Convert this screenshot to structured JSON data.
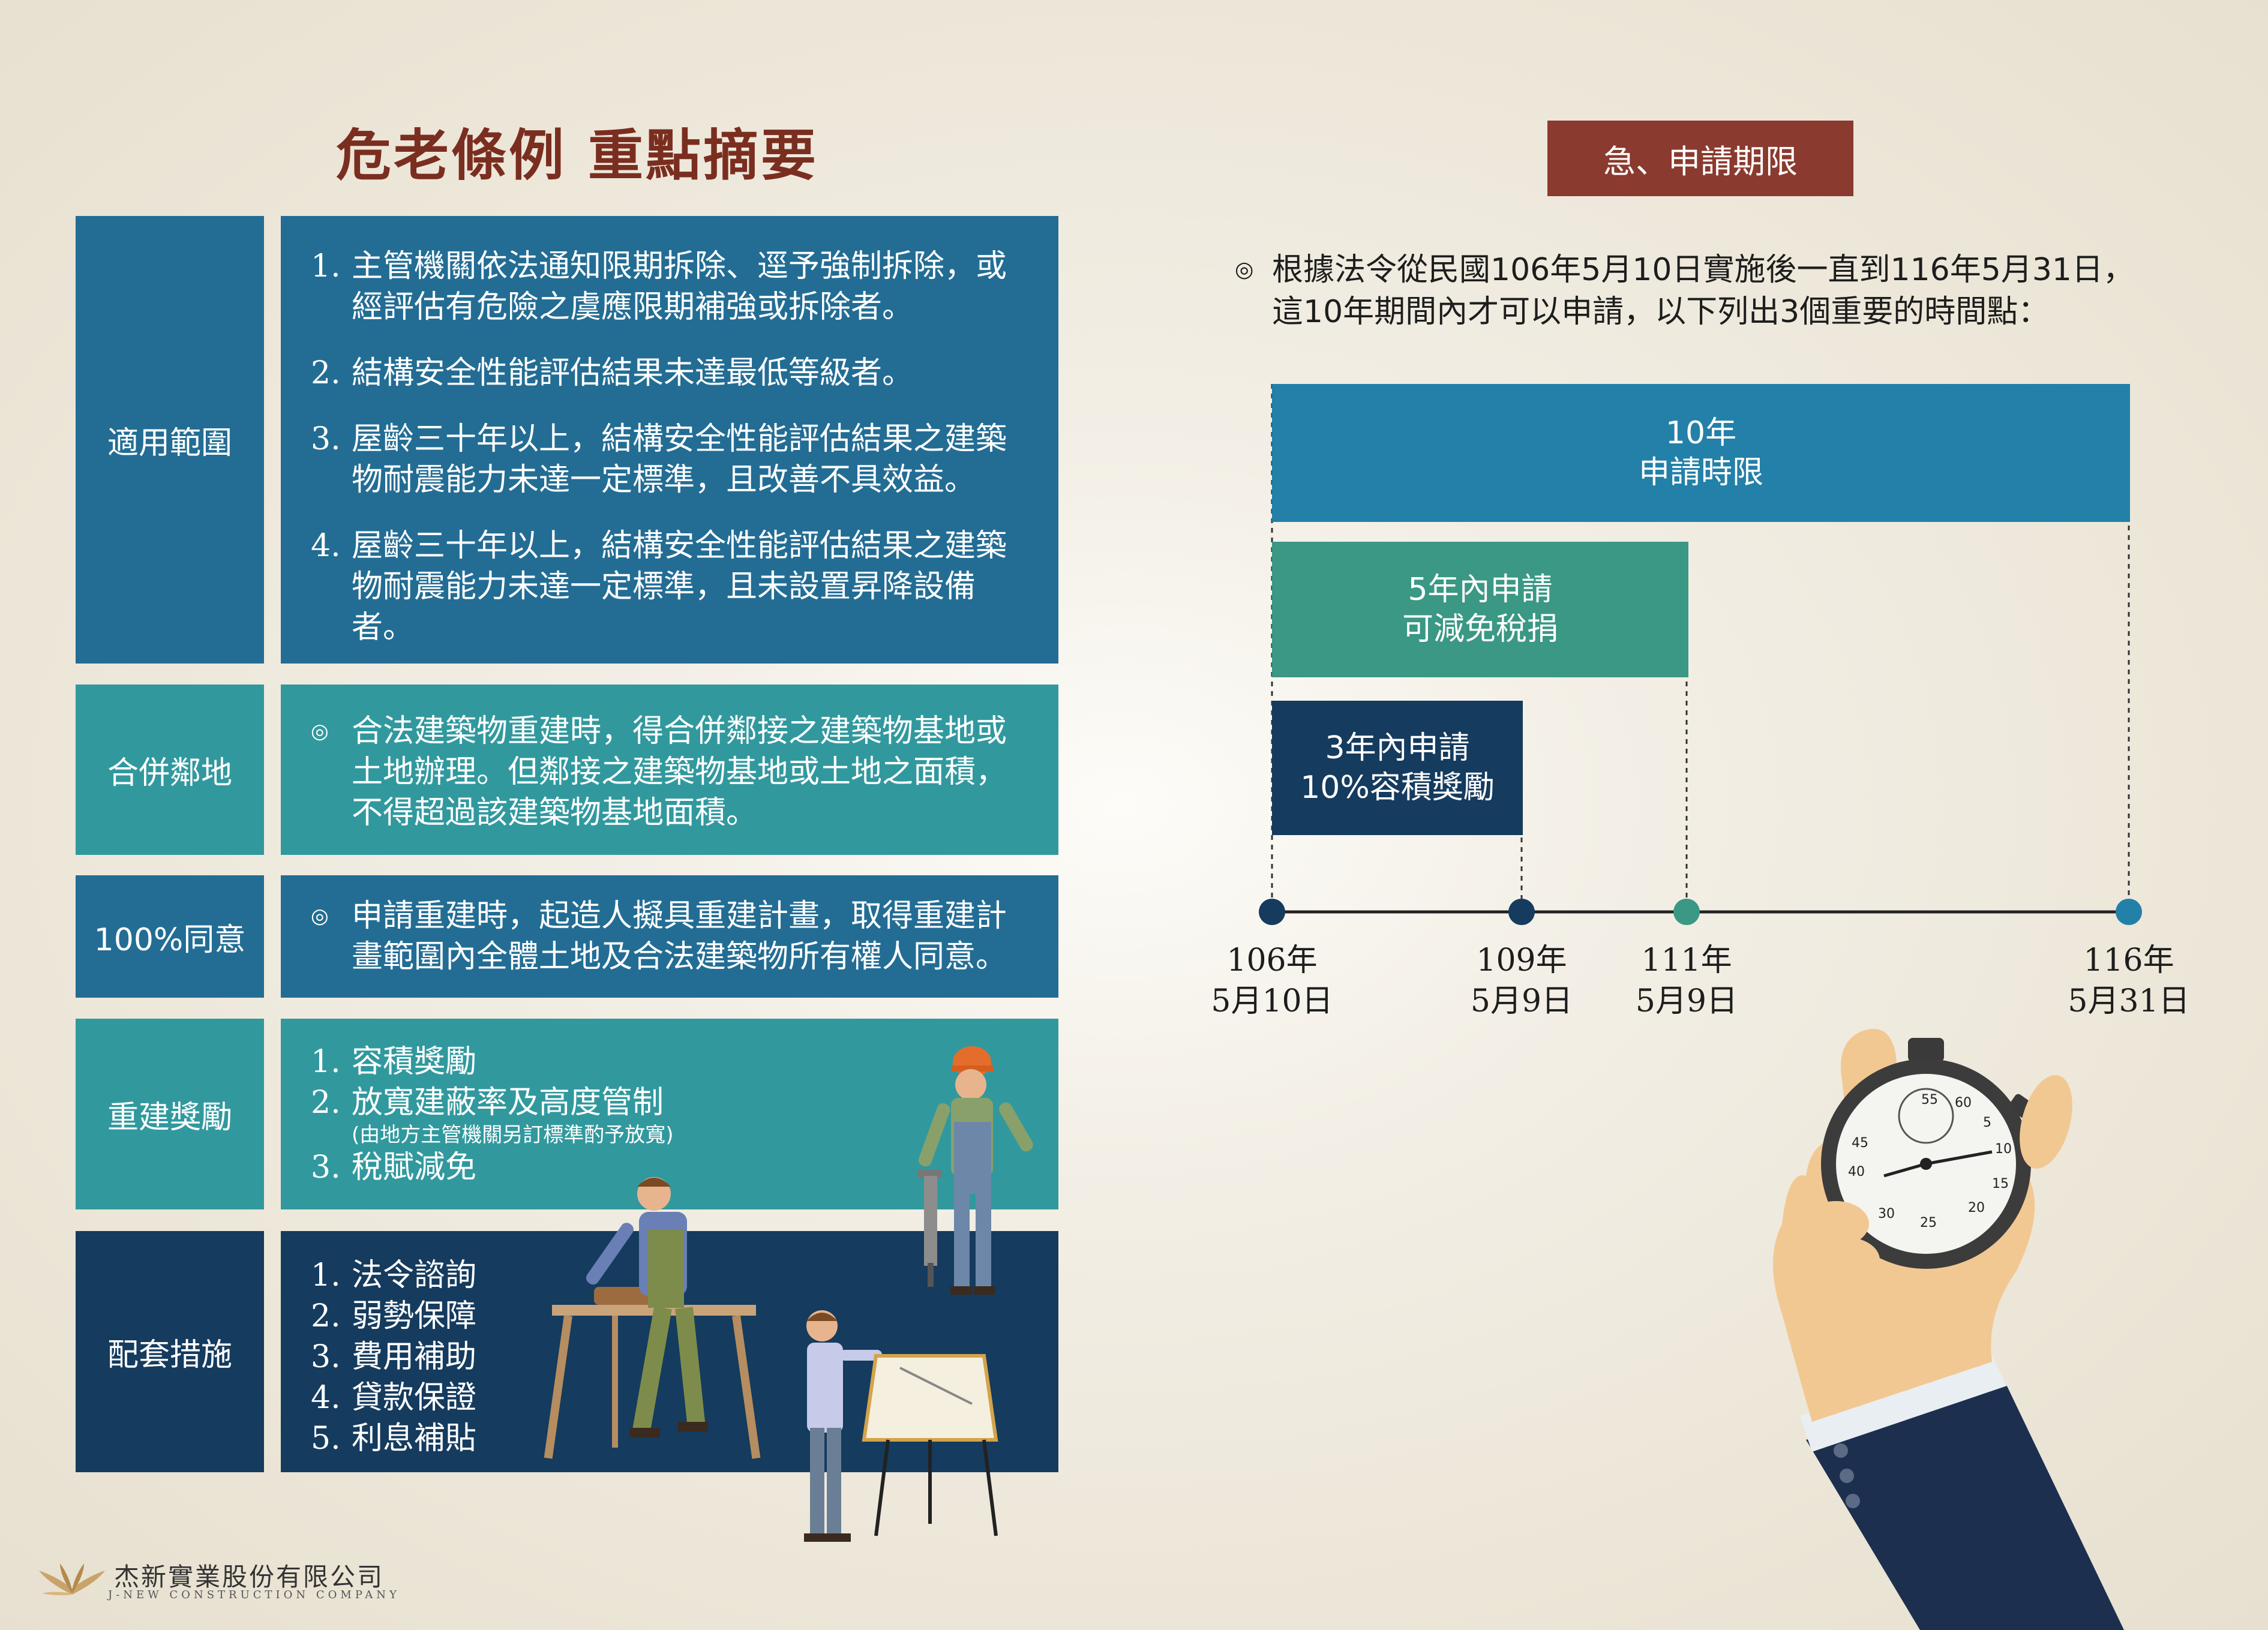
{
  "title": "危老條例 重點摘要",
  "sections": [
    {
      "label": "適用範圍",
      "items": [
        {
          "num": "1.",
          "text": "主管機關依法通知限期拆除、逕予強制拆除，或經評估有危險之虞應限期補強或拆除者。"
        },
        {
          "num": "2.",
          "text": "結構安全性能評估結果未達最低等級者。"
        },
        {
          "num": "3.",
          "text": "屋齡三十年以上，結構安全性能評估結果之建築物耐震能力未達一定標準，且改善不具效益。"
        },
        {
          "num": "4.",
          "text": "屋齡三十年以上，結構安全性能評估結果之建築物耐震能力未達一定標準，且未設置昇降設備者。"
        }
      ]
    },
    {
      "label": "合併鄰地",
      "bullet": "◎",
      "text": "合法建築物重建時，得合併鄰接之建築物基地或土地辦理。但鄰接之建築物基地或土地之面積，不得超過該建築物基地面積。"
    },
    {
      "label": "100%同意",
      "bullet": "◎",
      "text": "申請重建時，起造人擬具重建計畫，取得重建計畫範圍內全體土地及合法建築物所有權人同意。"
    },
    {
      "label": "重建獎勵",
      "items": [
        {
          "num": "1.",
          "text": "容積獎勵"
        },
        {
          "num": "2.",
          "text": "放寬建蔽率及高度管制",
          "note": "(由地方主管機關另訂標準酌予放寬)"
        },
        {
          "num": "3.",
          "text": "稅賦減免"
        }
      ]
    },
    {
      "label": "配套措施",
      "items": [
        {
          "num": "1.",
          "text": "法令諮詢"
        },
        {
          "num": "2.",
          "text": "弱勢保障"
        },
        {
          "num": "3.",
          "text": "費用補助"
        },
        {
          "num": "4.",
          "text": "貸款保證"
        },
        {
          "num": "5.",
          "text": "利息補貼"
        }
      ]
    }
  ],
  "deadline": {
    "badge": "急、申請期限",
    "bullet": "◎",
    "intro_line1": "根據法令從民國106年5月10日實施後一直到116年5月31日，",
    "intro_line2": "這10年期間內才可以申請，以下列出3個重要的時間點：",
    "bars": [
      {
        "line1": "10年",
        "line2": "申請時限",
        "color": "#2380a8"
      },
      {
        "line1": "5年內申請",
        "line2": "可減免稅捐",
        "color": "#3a9884"
      },
      {
        "line1": "3年內申請",
        "line2": "10%容積獎勵",
        "color": "#153b5e"
      }
    ],
    "timeline": [
      {
        "year": "106年",
        "date": "5月10日",
        "color": "#153b5e"
      },
      {
        "year": "109年",
        "date": "5月9日",
        "color": "#153b5e"
      },
      {
        "year": "111年",
        "date": "5月9日",
        "color": "#3a9884"
      },
      {
        "year": "116年",
        "date": "5月31日",
        "color": "#2380a8"
      }
    ]
  },
  "stopwatch": {
    "dial": [
      "55",
      "60",
      "5",
      "45",
      "10",
      "40",
      "15",
      "30",
      "25",
      "20"
    ]
  },
  "company": {
    "name": "杰新實業股份有限公司",
    "english": "J-NEW CONSTRUCTION COMPANY"
  },
  "colors": {
    "title": "#7a2e20",
    "badge": "#8a3a2e",
    "blue": "#236d94",
    "teal": "#31999e",
    "navy": "#153b5e",
    "green": "#3a9884"
  }
}
